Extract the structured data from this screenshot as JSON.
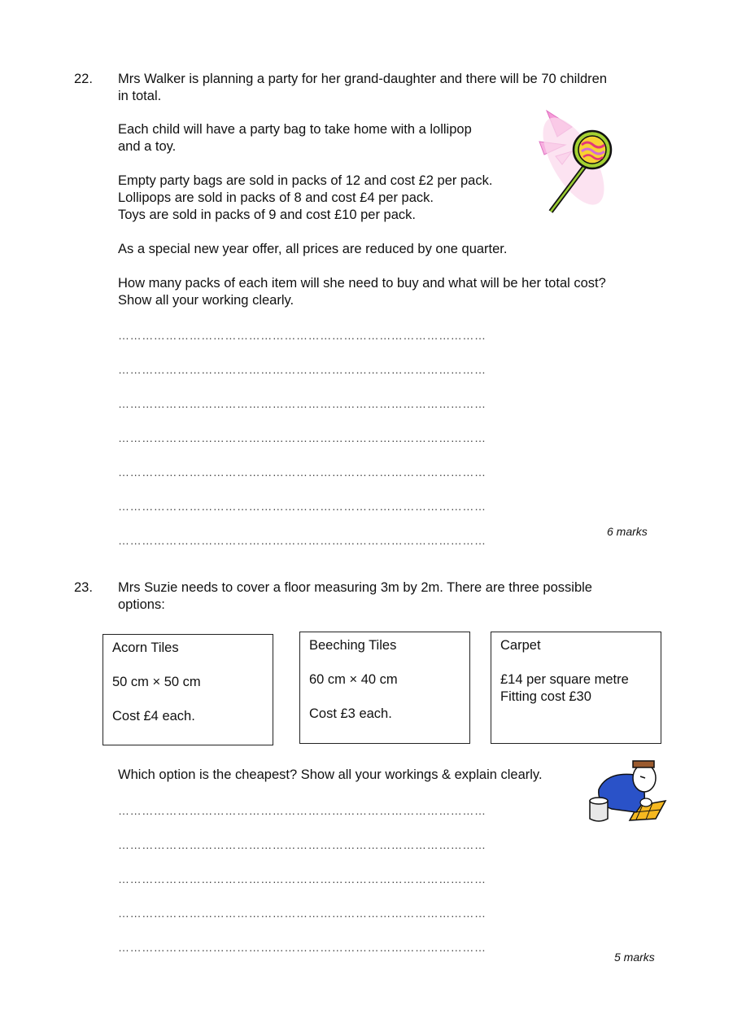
{
  "q22": {
    "number": "22.",
    "intro": [
      "Mrs Walker is planning a party for her grand-daughter and there will be 70 children",
      "in total."
    ],
    "para1": [
      "Each child will have a party bag to take home with a lollipop",
      "and a toy."
    ],
    "para2": [
      "Empty party bags are sold in packs of 12 and cost £2 per pack.",
      "Lollipops are sold in packs of 8 and cost £4 per pack.",
      "Toys are sold in packs of 9 and cost £10 per pack."
    ],
    "para3": "As a special new year offer, all prices are reduced by one quarter.",
    "question": [
      "How many packs of each item will she need to buy and what will be her total cost?",
      "Show all your working clearly."
    ],
    "answer_line": "…………………………………………………………………………………",
    "marks": "6 marks"
  },
  "q23": {
    "number": "23.",
    "intro": [
      "Mrs Suzie needs to cover a floor measuring 3m by 2m. There are three possible",
      "options:"
    ],
    "options": [
      {
        "title": "Acorn Tiles",
        "size": "50 cm × 50 cm",
        "cost": "Cost £4 each."
      },
      {
        "title": "Beeching Tiles",
        "size": "60 cm × 40 cm",
        "cost": "Cost £3 each."
      },
      {
        "title": "Carpet",
        "price": "£14 per square metre",
        "fitting": "Fitting cost £30"
      }
    ],
    "question": "Which option is the cheapest? Show all your workings & explain clearly.",
    "answer_line": "…………………………………………………………………………………",
    "marks": "5 marks"
  }
}
